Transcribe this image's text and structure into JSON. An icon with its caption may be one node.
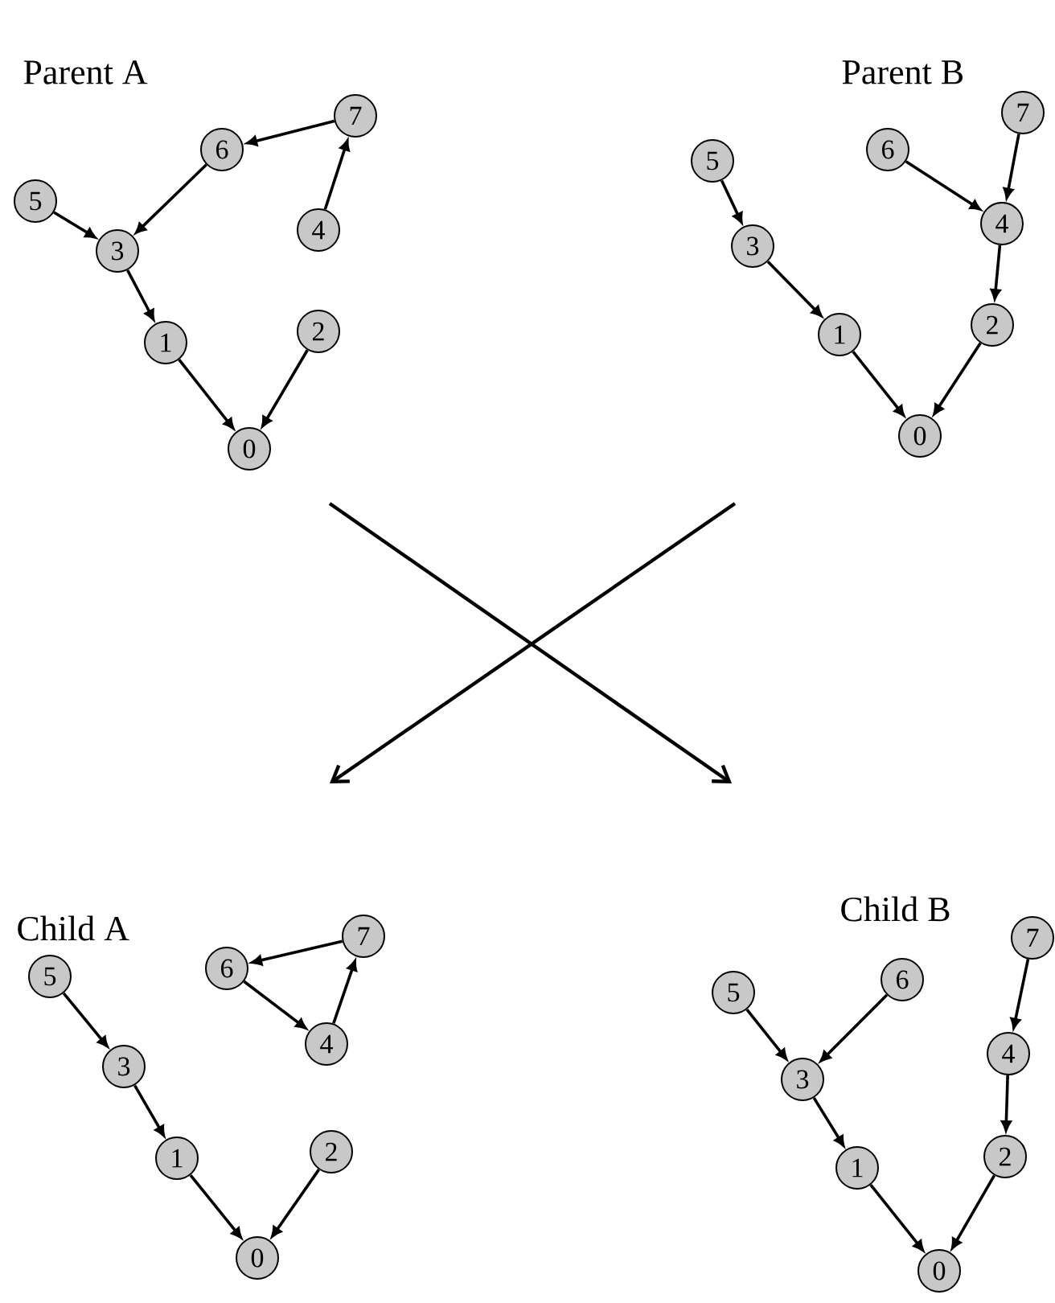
{
  "diagram": {
    "nodes": [
      {
        "text": [
          "7"
        ]
      },
      {
        "text": [
          "6"
        ]
      },
      {
        "text": [
          "5"
        ]
      },
      {
        "text": [
          "4"
        ]
      },
      {
        "text": [
          "3"
        ]
      },
      {
        "text": [
          "2"
        ]
      },
      {
        "text": [
          "1"
        ]
      },
      {
        "text": [
          "0"
        ]
      },
      {
        "text": [
          "7"
        ]
      },
      {
        "text": [
          "6"
        ]
      },
      {
        "text": [
          "5"
        ]
      },
      {
        "text": [
          "4"
        ]
      },
      {
        "text": [
          "3"
        ]
      },
      {
        "text": [
          "2"
        ]
      },
      {
        "text": [
          "1"
        ]
      },
      {
        "text": [
          "0"
        ]
      },
      {
        "text": [
          "7"
        ]
      },
      {
        "text": [
          "6"
        ]
      },
      {
        "text": [
          "5"
        ]
      },
      {
        "text": [
          "4"
        ]
      },
      {
        "text": [
          "3"
        ]
      },
      {
        "text": [
          "2"
        ]
      },
      {
        "text": [
          "1"
        ]
      },
      {
        "text": [
          "0"
        ]
      },
      {
        "text": [
          "7"
        ]
      },
      {
        "text": [
          "6"
        ]
      },
      {
        "text": [
          "5"
        ]
      },
      {
        "text": [
          "4"
        ]
      },
      {
        "text": [
          "3"
        ]
      },
      {
        "text": [
          "2"
        ]
      },
      {
        "text": [
          "1"
        ]
      },
      {
        "text": [
          "0"
        ]
      }
    ],
    "edges": [
      {
        "from": 0,
        "to": 1,
        "arrow": "to"
      },
      {
        "from": 3,
        "to": 0,
        "arrow": "to"
      },
      {
        "from": 1,
        "to": 4,
        "arrow": "to"
      },
      {
        "from": 2,
        "to": 4,
        "arrow": "to"
      },
      {
        "from": 4,
        "to": 6,
        "arrow": "to"
      },
      {
        "from": 6,
        "to": 7,
        "arrow": "to"
      },
      {
        "from": 5,
        "to": 7,
        "arrow": "to"
      },
      {
        "from": 10,
        "to": 12,
        "arrow": "to"
      },
      {
        "from": 12,
        "to": 14,
        "arrow": "to"
      },
      {
        "from": 14,
        "to": 15,
        "arrow": "to"
      },
      {
        "from": 9,
        "to": 11,
        "arrow": "to"
      },
      {
        "from": 8,
        "to": 11,
        "arrow": "to"
      },
      {
        "from": 11,
        "to": 13,
        "arrow": "to"
      },
      {
        "from": 13,
        "to": 15,
        "arrow": "to"
      },
      {
        "from": 18,
        "to": 20,
        "arrow": "to"
      },
      {
        "from": 20,
        "to": 22,
        "arrow": "to"
      },
      {
        "from": 22,
        "to": 23,
        "arrow": "to"
      },
      {
        "from": 21,
        "to": 23,
        "arrow": "to"
      },
      {
        "from": 16,
        "to": 17,
        "arrow": "to"
      },
      {
        "from": 17,
        "to": 19,
        "arrow": "to"
      },
      {
        "from": 19,
        "to": 16,
        "arrow": "to"
      },
      {
        "from": 26,
        "to": 28,
        "arrow": "to"
      },
      {
        "from": 25,
        "to": 28,
        "arrow": "to"
      },
      {
        "from": 28,
        "to": 30,
        "arrow": "to"
      },
      {
        "from": 30,
        "to": 31,
        "arrow": "to"
      },
      {
        "from": 24,
        "to": 27,
        "arrow": "to"
      },
      {
        "from": 27,
        "to": 29,
        "arrow": "to"
      },
      {
        "from": 29,
        "to": 31,
        "arrow": "to"
      }
    ],
    "labels": [
      "Parent A",
      "Parent B",
      "Child A",
      "Child B"
    ]
  }
}
